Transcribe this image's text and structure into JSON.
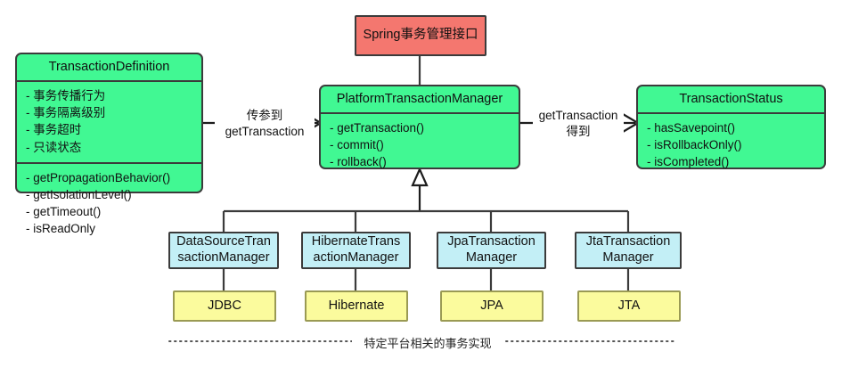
{
  "diagram": {
    "title": "Spring事务管理接口",
    "caption": "特定平台相关的事务实现",
    "colors": {
      "green": "#41f893",
      "red": "#f4776f",
      "blue": "#c3eff6",
      "yellow": "#fbfb9d",
      "stroke": "#3b3b3b",
      "text": "#111111"
    }
  },
  "nodes": {
    "spring_interface": {
      "label": "Spring事务管理接口"
    },
    "transaction_definition": {
      "title": "TransactionDefinition",
      "attributes": [
        "- 事务传播行为",
        "- 事务隔离级别",
        "- 事务超时",
        "- 只读状态"
      ],
      "methods": [
        "- getPropagationBehavior()",
        "- getIsolationLevel()",
        "- getTimeout()",
        "- isReadOnly"
      ]
    },
    "platform_transaction_manager": {
      "title": "PlatformTransactionManager",
      "methods": [
        "- getTransaction()",
        "- commit()",
        "- rollback()"
      ]
    },
    "transaction_status": {
      "title": "TransactionStatus",
      "methods": [
        "- hasSavepoint()",
        "- isRollbackOnly()",
        "- isCompleted()"
      ]
    },
    "implementations": [
      {
        "name": "DataSourceTransactionManager",
        "line1": "DataSourceTran",
        "line2": "sactionManager",
        "tech": "JDBC"
      },
      {
        "name": "HibernateTransactionManager",
        "line1": "HibernateTrans",
        "line2": "actionManager",
        "tech": "Hibernate"
      },
      {
        "name": "JpaTransactionManager",
        "line1": "JpaTransaction",
        "line2": "Manager",
        "tech": "JPA"
      },
      {
        "name": "JtaTransactionManager",
        "line1": "JtaTransaction",
        "line2": "Manager",
        "tech": "JTA"
      }
    ]
  },
  "edges": {
    "definition_to_manager": {
      "line1": "传参到",
      "line2": "getTransaction"
    },
    "manager_to_status": {
      "line1": "getTransaction",
      "line2": "得到"
    }
  }
}
